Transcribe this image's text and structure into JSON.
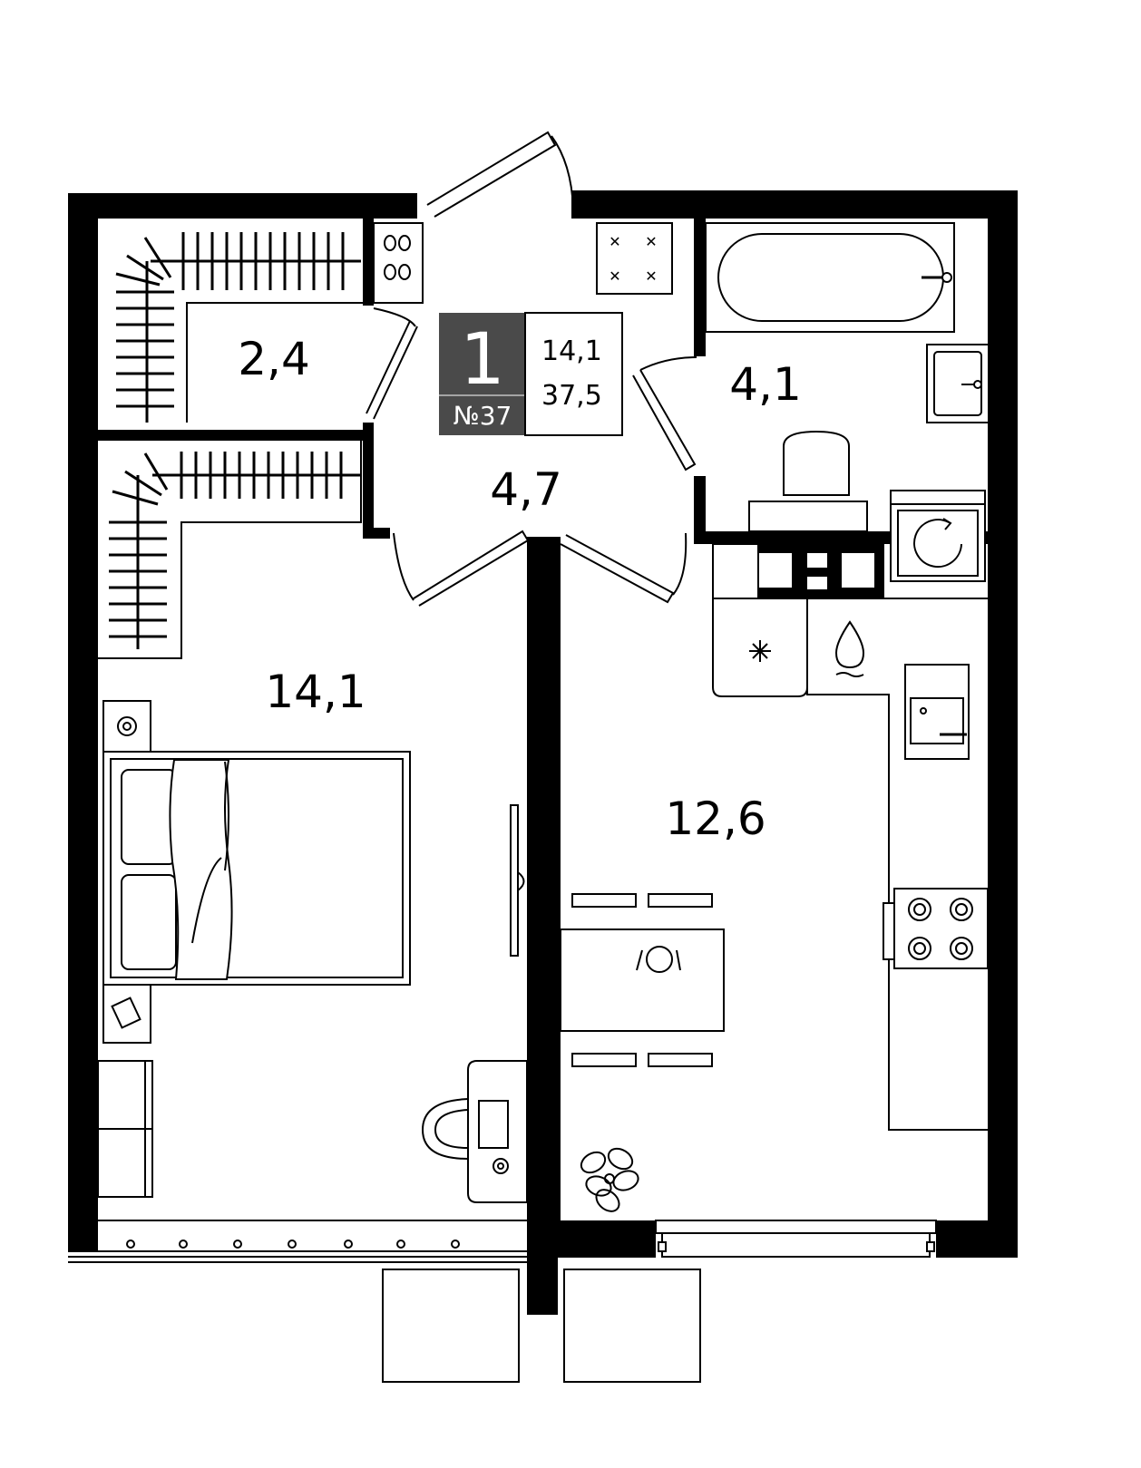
{
  "badge": {
    "rooms": "1",
    "number": "№37",
    "bg_color": "#4a4a4a"
  },
  "summary": {
    "living_area": "14,1",
    "total_area": "37,5"
  },
  "rooms": {
    "wardrobe": "2,4",
    "hall": "4,7",
    "bathroom": "4,1",
    "bedroom": "14,1",
    "kitchen": "12,6"
  },
  "icons": {
    "shoes": "shoes-icon",
    "fridge": "snowflake-icon",
    "sink": "water-drop-icon",
    "washer": "washing-machine-icon",
    "plant": "plant-icon"
  }
}
